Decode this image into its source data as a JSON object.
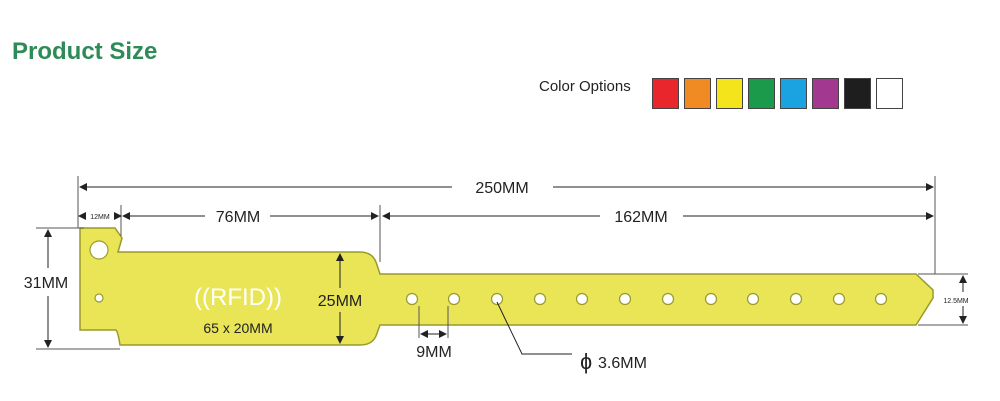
{
  "header": {
    "title": "Product Size"
  },
  "colors": {
    "label": "Color Options",
    "swatches": [
      "#e8262b",
      "#f08a22",
      "#f4e41c",
      "#1a9a4a",
      "#1aa3e0",
      "#a2388f",
      "#1e1e1e",
      "#ffffff"
    ]
  },
  "band": {
    "fill": "#e9e557",
    "stroke": "#9a9a2a",
    "rfid_label": "((RFID))",
    "chip_size": "65 x 20MM"
  },
  "dimensions": {
    "total_length": "250MM",
    "tab_width": "12MM",
    "head_length": "76MM",
    "strap_length": "162MM",
    "head_height": "31MM",
    "face_height": "25MM",
    "strap_height": "12.5MM",
    "hole_spacing": "9MM",
    "hole_diameter_symbol": "ɸ",
    "hole_diameter": "3.6MM"
  }
}
